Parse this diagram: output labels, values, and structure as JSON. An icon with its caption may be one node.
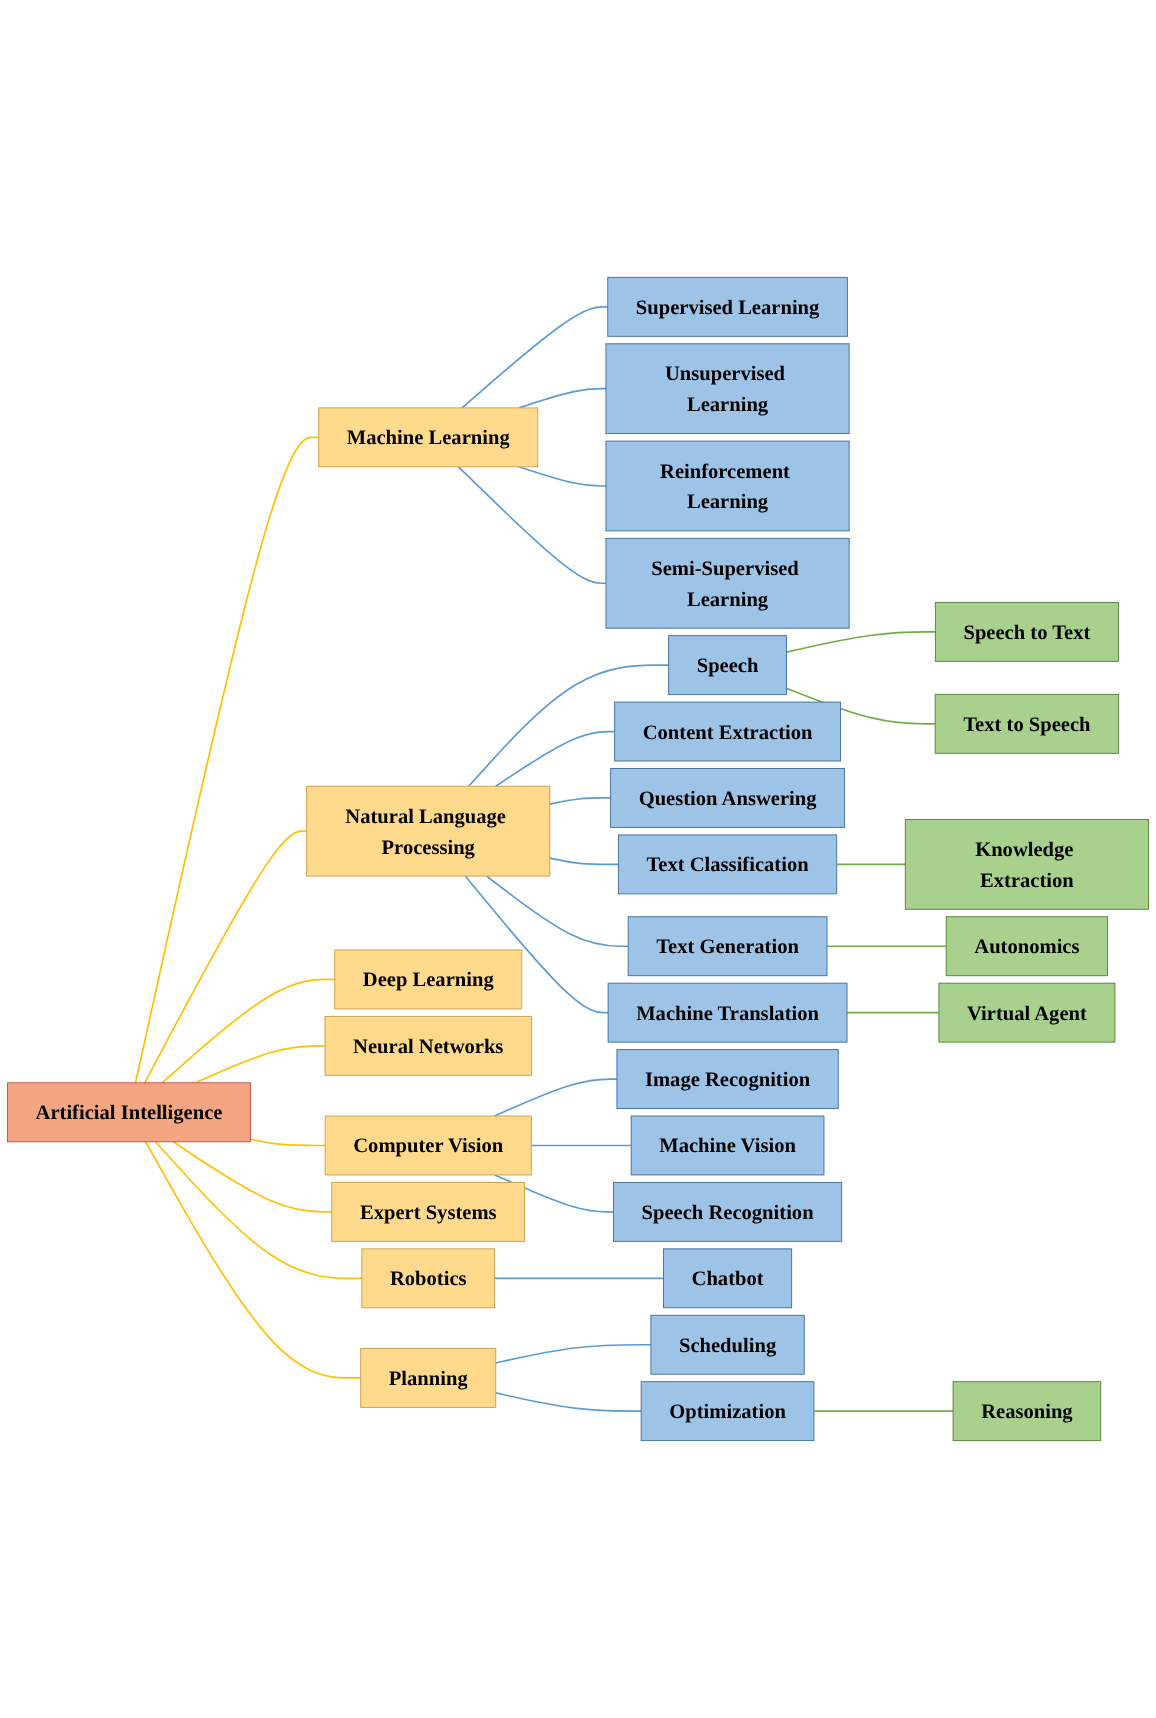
{
  "diagram": {
    "nodes": [
      {
        "text": [
          "Artificial Intelligence"
        ]
      },
      {
        "text": [
          "Machine Learning"
        ]
      },
      {
        "text": [
          "Supervised Learning"
        ]
      },
      {
        "text": [
          "Unsupervised Learning"
        ]
      },
      {
        "text": [
          "Reinforcement Learning"
        ]
      },
      {
        "text": [
          "Semi-Supervised Learning"
        ]
      },
      {
        "text": [
          "Natural Language Processing"
        ]
      },
      {
        "text": [
          "Speech"
        ]
      },
      {
        "text": [
          "Speech to Text"
        ]
      },
      {
        "text": [
          "Text to Speech"
        ]
      },
      {
        "text": [
          "Content Extraction"
        ]
      },
      {
        "text": [
          "Question Answering"
        ]
      },
      {
        "text": [
          "Text Classification"
        ]
      },
      {
        "text": [
          "Knowledge Extraction"
        ]
      },
      {
        "text": [
          "Text Generation"
        ]
      },
      {
        "text": [
          "Autonomics"
        ]
      },
      {
        "text": [
          "Machine Translation"
        ]
      },
      {
        "text": [
          "Virtual Agent"
        ]
      },
      {
        "text": [
          "Deep Learning"
        ]
      },
      {
        "text": [
          "Neural Networks"
        ]
      },
      {
        "text": [
          "Computer Vision"
        ]
      },
      {
        "text": [
          "Image Recognition"
        ]
      },
      {
        "text": [
          "Machine Vision"
        ]
      },
      {
        "text": [
          "Speech Recognition"
        ]
      },
      {
        "text": [
          "Expert Systems"
        ]
      },
      {
        "text": [
          "Robotics"
        ]
      },
      {
        "text": [
          "Chatbot"
        ]
      },
      {
        "text": [
          "Planning"
        ]
      },
      {
        "text": [
          "Scheduling"
        ]
      },
      {
        "text": [
          "Optimization"
        ]
      },
      {
        "text": [
          "Reasoning"
        ]
      }
    ],
    "edges": [
      {
        "from": 0,
        "to": 1,
        "arrow": "none",
        "color": "#ffc000"
      },
      {
        "from": 1,
        "to": 2,
        "arrow": "none"
      },
      {
        "from": 1,
        "to": 3,
        "arrow": "none"
      },
      {
        "from": 1,
        "to": 4,
        "arrow": "none"
      },
      {
        "from": 1,
        "to": 5,
        "arrow": "none"
      },
      {
        "from": 0,
        "to": 6,
        "arrow": "none",
        "color": "#ffc000"
      },
      {
        "from": 6,
        "to": 7,
        "arrow": "none"
      },
      {
        "from": 7,
        "to": 8,
        "arrow": "none",
        "color": "#70ad47"
      },
      {
        "from": 7,
        "to": 9,
        "arrow": "none",
        "color": "#70ad47"
      },
      {
        "from": 6,
        "to": 10,
        "arrow": "none"
      },
      {
        "from": 6,
        "to": 11,
        "arrow": "none"
      },
      {
        "from": 6,
        "to": 12,
        "arrow": "none"
      },
      {
        "from": 12,
        "to": 13,
        "arrow": "none",
        "color": "#70ad47"
      },
      {
        "from": 6,
        "to": 14,
        "arrow": "none"
      },
      {
        "from": 14,
        "to": 15,
        "arrow": "none",
        "color": "#70ad47"
      },
      {
        "from": 6,
        "to": 16,
        "arrow": "none"
      },
      {
        "from": 16,
        "to": 17,
        "arrow": "none",
        "color": "#70ad47"
      },
      {
        "from": 0,
        "to": 18,
        "arrow": "none",
        "color": "#ffc000"
      },
      {
        "from": 0,
        "to": 19,
        "arrow": "none",
        "color": "#ffc000"
      },
      {
        "from": 0,
        "to": 20,
        "arrow": "none",
        "color": "#ffc000"
      },
      {
        "from": 20,
        "to": 21,
        "arrow": "none"
      },
      {
        "from": 20,
        "to": 22,
        "arrow": "none"
      },
      {
        "from": 20,
        "to": 23,
        "arrow": "none"
      },
      {
        "from": 0,
        "to": 24,
        "arrow": "none",
        "color": "#ffc000"
      },
      {
        "from": 0,
        "to": 25,
        "arrow": "none",
        "color": "#ffc000"
      },
      {
        "from": 25,
        "to": 26,
        "arrow": "none"
      },
      {
        "from": 0,
        "to": 27,
        "arrow": "none",
        "color": "#ffc000"
      },
      {
        "from": 27,
        "to": 28,
        "arrow": "none"
      },
      {
        "from": 27,
        "to": 29,
        "arrow": "none"
      },
      {
        "from": 29,
        "to": 30,
        "arrow": "none",
        "color": "#70ad47"
      }
    ]
  }
}
